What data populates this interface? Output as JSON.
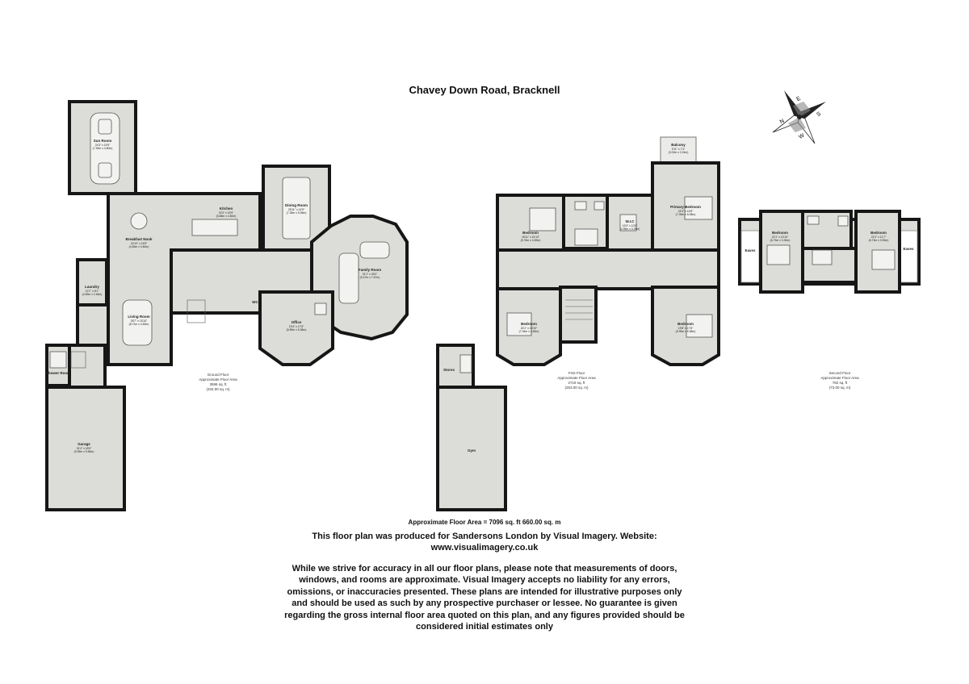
{
  "title": "Chavey Down Road, Bracknell",
  "compass": {
    "n": "N",
    "e": "E",
    "s": "S",
    "w": "W"
  },
  "ground_floor": {
    "label": [
      "Ground Floor",
      "Approximate Floor Area",
      "3596 sq. ft",
      "(334.00 sq. m)"
    ],
    "rooms": {
      "sun_room": {
        "name": "Sun Room",
        "dims": "24'3\" x 15'9\"",
        "metric": "(7.39m x 4.80m)"
      },
      "kitchen": {
        "name": "Kitchen",
        "dims": "22'0\" x 15'9\"",
        "metric": "(6.88m x 4.80m)"
      },
      "dining": {
        "name": "Dining Room",
        "dims": "25'11\" x 14'9\"",
        "metric": "(7.35m x 5.08m)"
      },
      "breakfast": {
        "name": "Breakfast Nook",
        "dims": "15'10\" x 15'9\"",
        "metric": "(4.83m x 4.80m)"
      },
      "family": {
        "name": "Family Room",
        "dims": "31'1\" x 25'0\"",
        "metric": "(9.47m x 7.67m)"
      },
      "laundry": {
        "name": "Laundry",
        "dims": "12'1\" x 8'1\"",
        "metric": "(3.69m x 2.46m)"
      },
      "living": {
        "name": "Living Room",
        "dims": "28'7\" x 15'10\"",
        "metric": "(8.71m x 4.83m)"
      },
      "office": {
        "name": "Office",
        "dims": "19'4\" x 17'8\"",
        "metric": "(5.89m x 5.38m)"
      },
      "wc": {
        "name": "WC"
      },
      "shower": {
        "name": "Shower Room"
      },
      "garage": {
        "name": "Garage",
        "dims": "31'4\" x 18'5\"",
        "metric": "(9.55m x 5.56m)"
      }
    }
  },
  "first_floor": {
    "label": [
      "First Floor",
      "Approximate Floor Area",
      "2718 sq. ft",
      "(253.00 sq. m)"
    ],
    "rooms": {
      "balcony": {
        "name": "Balcony",
        "dims": "9'11\" x 7'4\"",
        "metric": "(3.02m x 2.24m)"
      },
      "bed1": {
        "name": "Bedroom",
        "dims": "18'11\" x 15'10\"",
        "metric": "(5.76m x 4.83m)"
      },
      "wic": {
        "name": "W.I.C",
        "dims": "16'3\" x 10'8\"",
        "metric": "(4.95m x 3.25m)"
      },
      "primary": {
        "name": "Primary Bedroom",
        "dims": "24'3\" x 16'8\"",
        "metric": "(7.39m x 5.08m)"
      },
      "bed2": {
        "name": "Bedroom",
        "dims": "24'1\" x 15'10\"",
        "metric": "(7.34m x 4.83m)"
      },
      "bed3": {
        "name": "Bedroom",
        "dims": "19'8\" x 17'8\"",
        "metric": "(5.99m x 5.38m)"
      },
      "stores": {
        "name": "Stores"
      },
      "gym": {
        "name": "Gym"
      }
    }
  },
  "second_floor": {
    "label": [
      "Second Floor",
      "Approximate Floor Area",
      "782 sq. ft",
      "(73.00 sq. m)"
    ],
    "rooms": {
      "bed_a": {
        "name": "Bedroom",
        "dims": "22'1\" x 10'10\"",
        "metric": "(6.73m x 3.30m)"
      },
      "bed_b": {
        "name": "Bedroom",
        "dims": "22'1\" x 11'7\"",
        "metric": "(6.73m x 3.53m)"
      },
      "eaves_l": {
        "name": "Eaves"
      },
      "eaves_r": {
        "name": "Eaves"
      }
    }
  },
  "footer": {
    "area": "Approximate Floor Area = 7096 sq. ft 660.00 sq. m",
    "produced_line1": "This floor plan was produced for Sandersons London by Visual Imagery. Website:",
    "produced_line2": "www.visualimagery.co.uk",
    "disclaimer": [
      "While we strive for accuracy in all our floor plans, please note that measurements of doors,",
      "windows, and rooms are approximate. Visual Imagery accepts no liability for any errors,",
      "omissions, or inaccuracies presented. These plans are intended for illustrative purposes only",
      "and should be used as such by any prospective purchaser or lessee. No guarantee is given",
      "regarding the gross internal floor area quoted on this plan, and any figures provided should be",
      "considered initial estimates only"
    ]
  },
  "colors": {
    "floor": "#d9d9d6",
    "wall": "#161616",
    "room": "#dcdcd8",
    "text": "#111111"
  }
}
